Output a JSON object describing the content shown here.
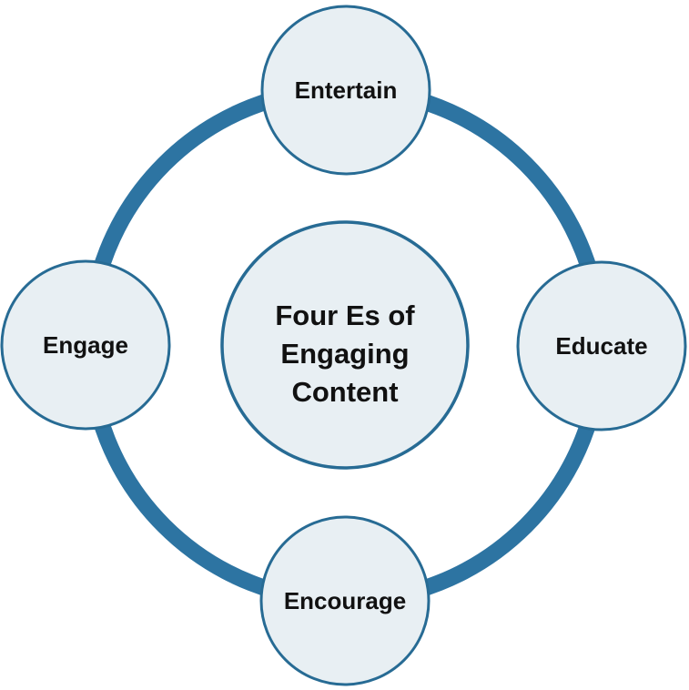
{
  "diagram": {
    "title": "Four Es of Engaging Content",
    "type": "hub-and-spoke cycle diagram",
    "center": {
      "label": "Four Es of Engaging Content",
      "lines": [
        "Four Es of",
        "Engaging",
        "Content"
      ]
    },
    "nodes": [
      {
        "label": "Entertain",
        "position": "top"
      },
      {
        "label": "Educate",
        "position": "right"
      },
      {
        "label": "Encourage",
        "position": "bottom"
      },
      {
        "label": "Engage",
        "position": "left"
      }
    ]
  },
  "colors": {
    "ring": "#2d74a2",
    "node_fill": "#e8eff3",
    "node_border": "#276b94",
    "label": "#111111",
    "background": "#ffffff"
  }
}
